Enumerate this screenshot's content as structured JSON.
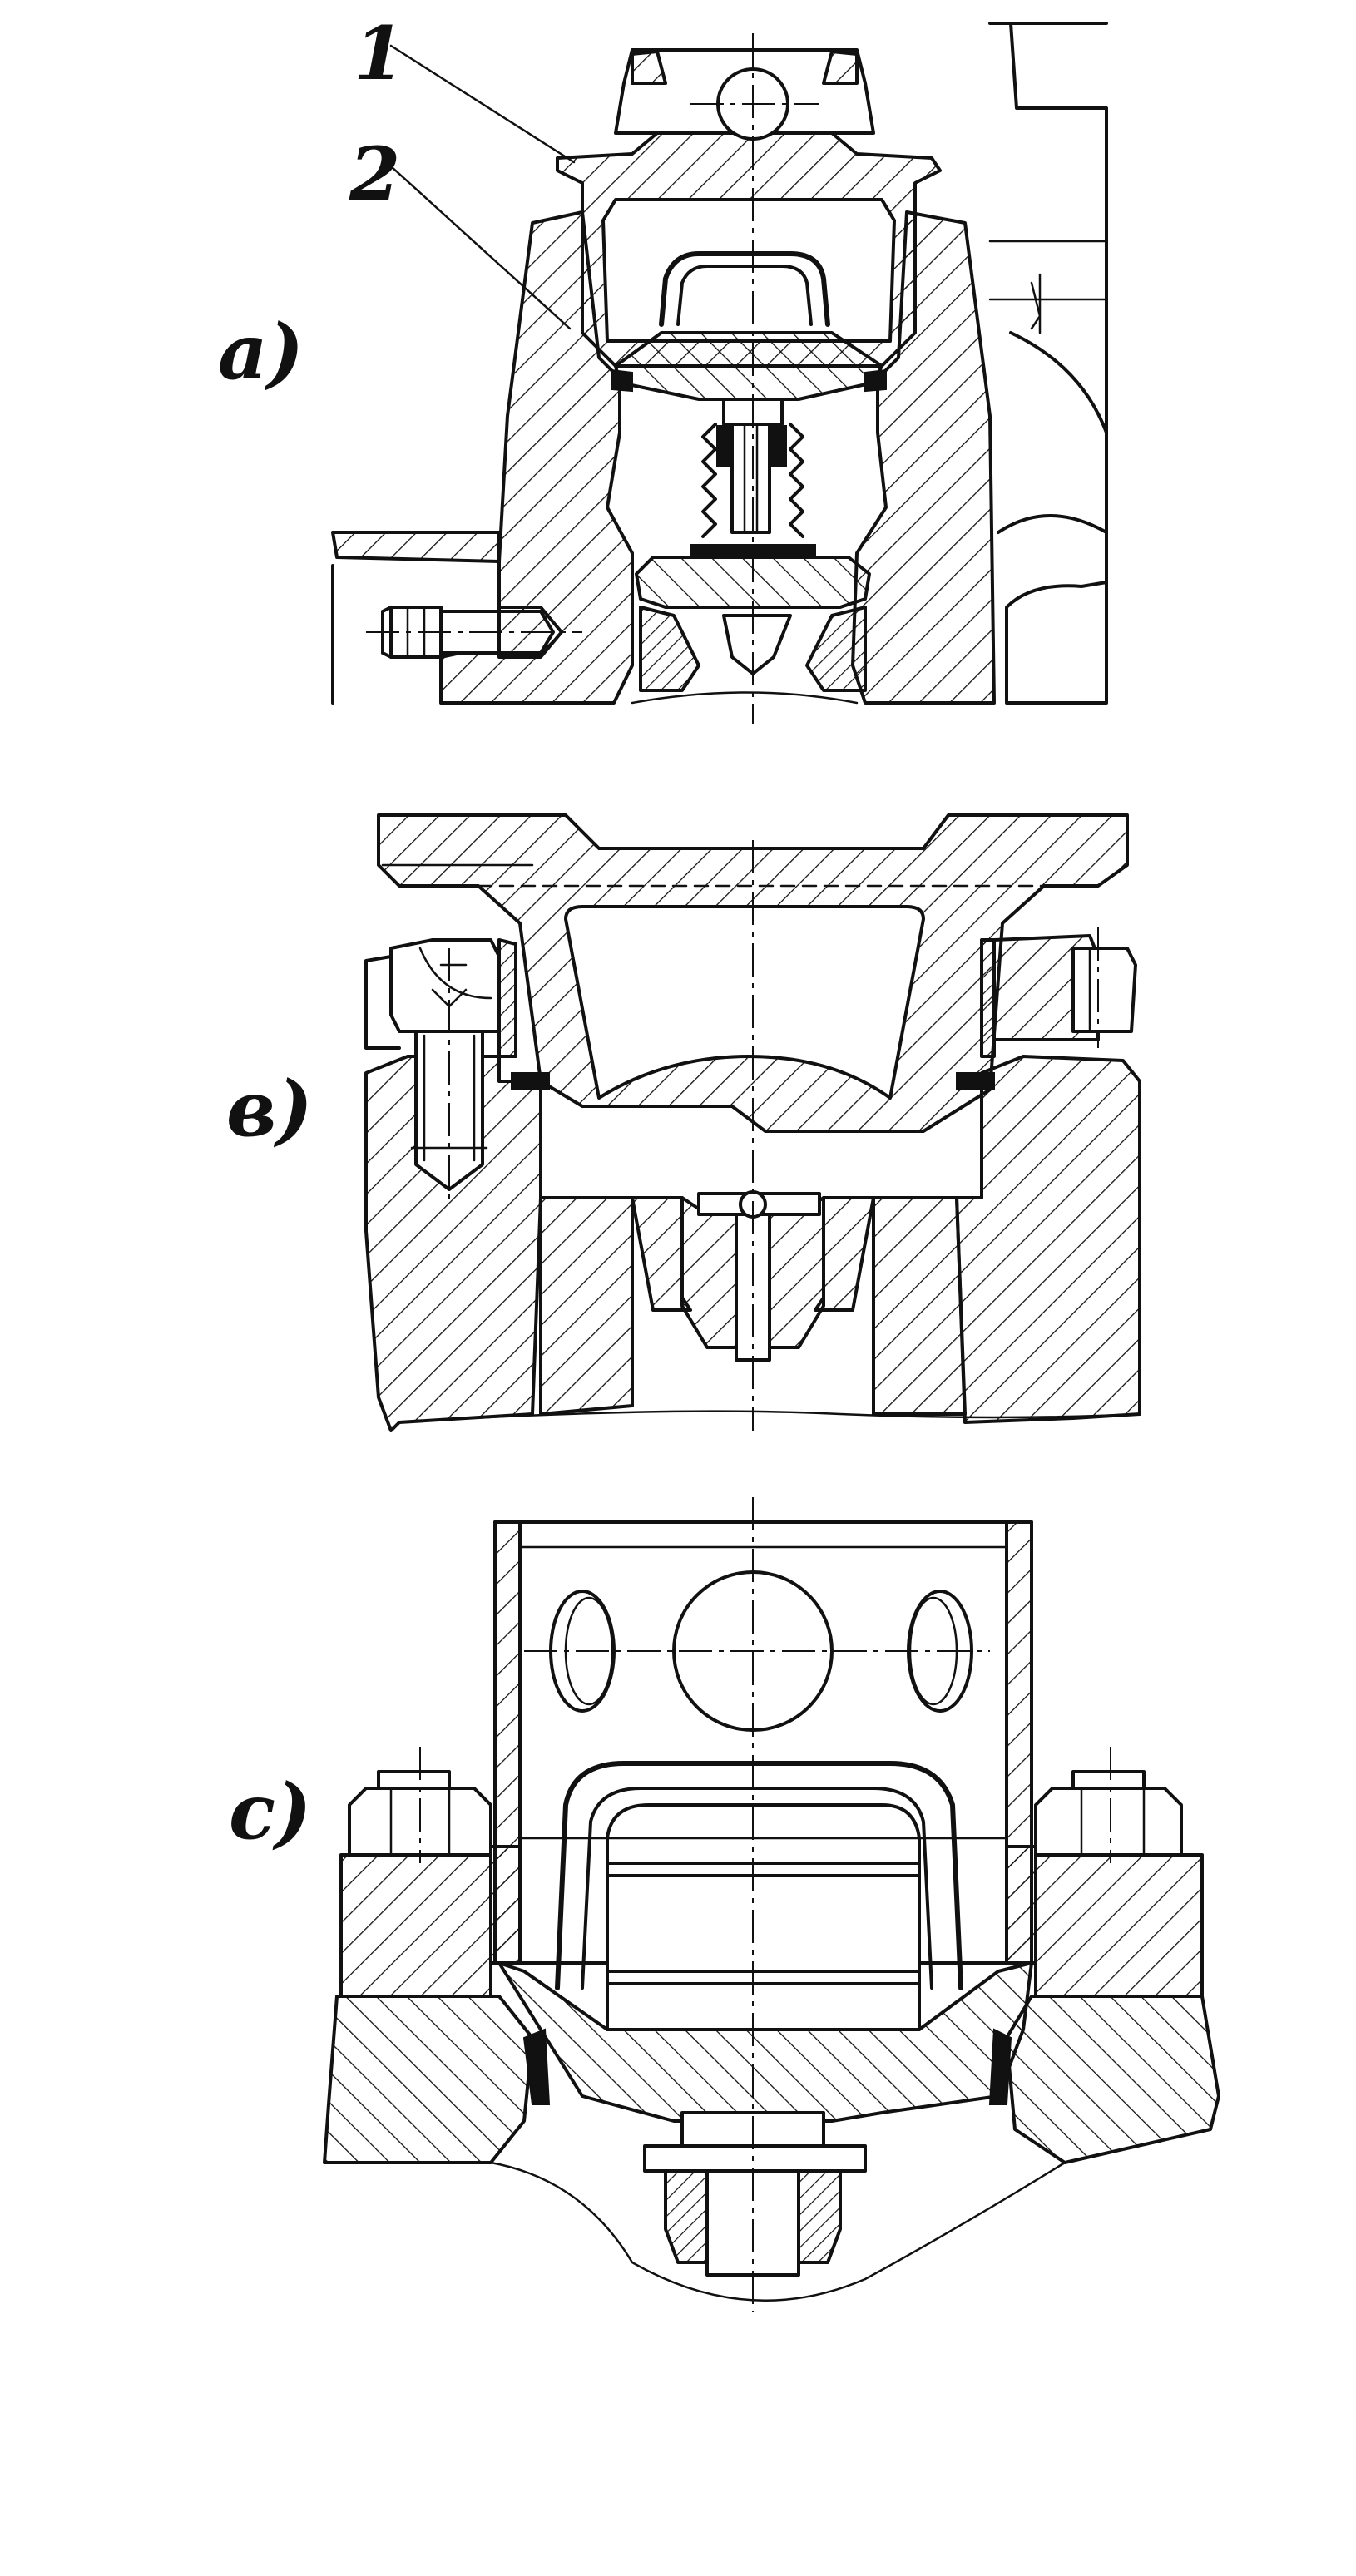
{
  "labels": {
    "view_a": "а)",
    "view_b": "в)",
    "view_c": "с)",
    "part_1": "1",
    "part_2": "2"
  },
  "colors": {
    "line": "#111111",
    "background": "#ffffff"
  }
}
